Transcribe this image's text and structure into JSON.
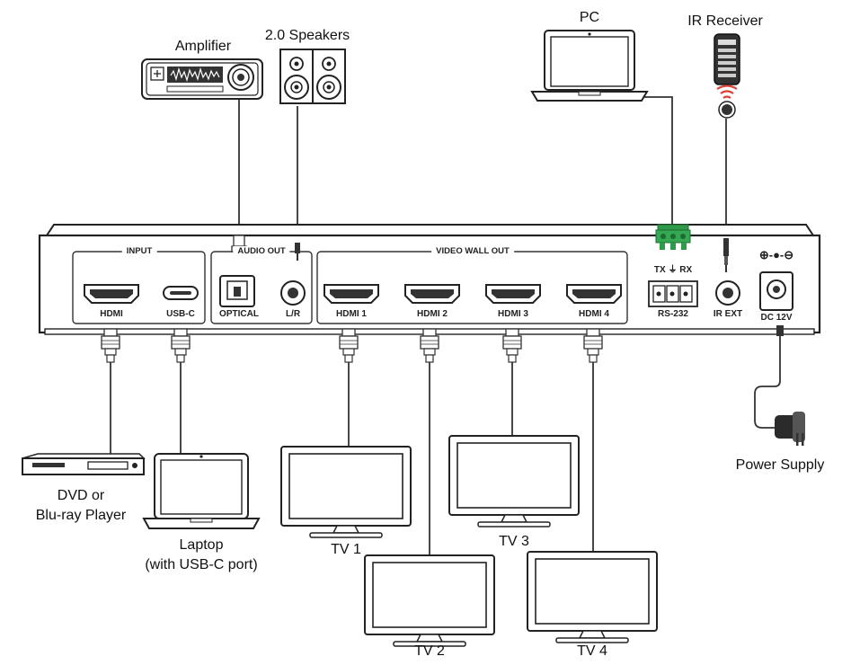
{
  "devices": {
    "amplifier": "Amplifier",
    "speakers": "2.0 Speakers",
    "pc": "PC",
    "ir_receiver": "IR Receiver",
    "dvd_line1": "DVD or",
    "dvd_line2": "Blu-ray Player",
    "laptop_line1": "Laptop",
    "laptop_line2": "(with USB-C port)",
    "tv1": "TV 1",
    "tv2": "TV 2",
    "tv3": "TV 3",
    "tv4": "TV 4",
    "power_supply": "Power Supply"
  },
  "panel": {
    "sections": {
      "input": "INPUT",
      "audio_out": "AUDIO OUT",
      "video_wall_out": "VIDEO WALL OUT"
    },
    "ports": {
      "hdmi_in": "HDMI",
      "usbc": "USB-C",
      "optical": "OPTICAL",
      "lr": "L/R",
      "hdmi1": "HDMI 1",
      "hdmi2": "HDMI 2",
      "hdmi3": "HDMI 3",
      "hdmi4": "HDMI 4",
      "rs232": "RS-232",
      "rs232_pins": "TX ⏚ RX",
      "ir_ext": "IR EXT",
      "dc": "DC 12V",
      "polarity": "⊕-●-⊖"
    }
  }
}
